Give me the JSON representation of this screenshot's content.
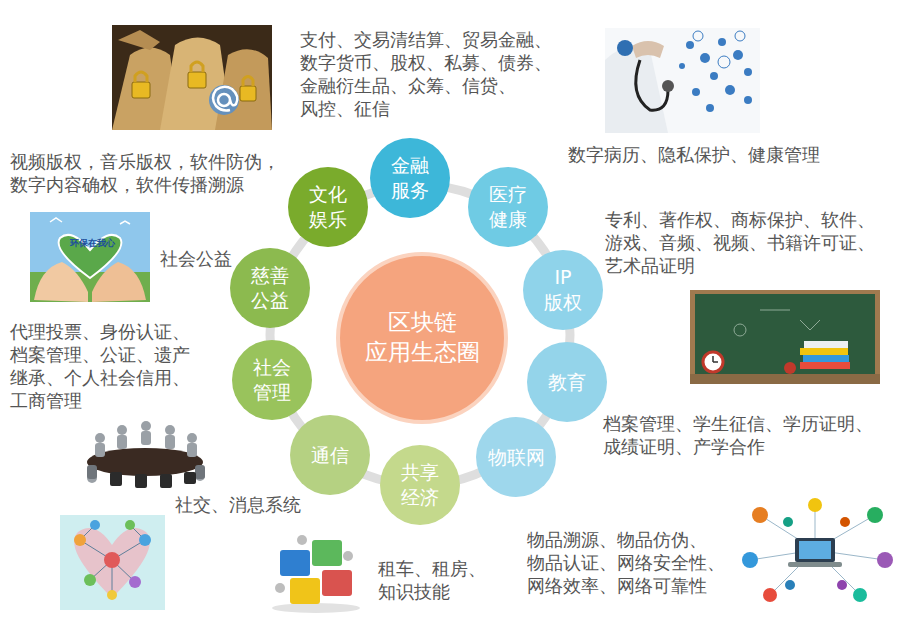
{
  "diagram": {
    "nodes": [
      {
        "text": [
          "区块链 应用生态圈"
        ]
      },
      {
        "text": [
          "金融 服务"
        ]
      },
      {
        "text": [
          "医疗 健康"
        ]
      },
      {
        "text": [
          "IP 版权"
        ]
      },
      {
        "text": [
          "教育"
        ]
      },
      {
        "text": [
          "物联网"
        ]
      },
      {
        "text": [
          "共享 经济"
        ]
      },
      {
        "text": [
          "通信"
        ]
      },
      {
        "text": [
          "社会 管理"
        ]
      },
      {
        "text": [
          "慈善 公益"
        ]
      },
      {
        "text": [
          "文化 娱乐"
        ]
      }
    ],
    "labels": [
      "支付、交易清结算、贸易金融、 数字货币、股权、私募、债券、 金融衍生品、众筹、信贷、 风控、征信",
      "数字病历、隐私保护、健康管理",
      "专利、著作权、商标保护、软件、 游戏、音频、视频、书籍许可证、 艺术品证明",
      "档案管理、学生征信、学历证明、 成绩证明、产学合作",
      "物品溯源、物品仿伪、 物品认证、网络安全性、 网络效率、网络可靠性",
      "租车、租房、 知识技能",
      "社交、消息系统",
      "代理投票、身份认证、 档案管理、公证、遗产 继承、个人社会信用、 工商管理",
      "社会公益",
      "视频版权，音乐版权，软件防伪， 数字内容确权，软件传播溯源",
      "环保在我心"
    ]
  }
}
